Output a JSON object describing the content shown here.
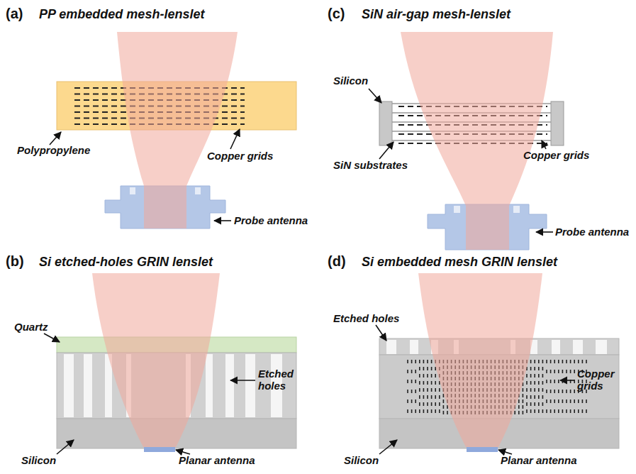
{
  "diagram": {
    "labels": [
      "(a)",
      "PP embedded mesh-lenslet",
      "Polypropylene",
      "Copper grids",
      "Probe antenna",
      "(c)",
      "SiN air-gap mesh-lenslet",
      "Silicon",
      "SiN substrates",
      "Copper grids",
      "Probe antenna",
      "(b)",
      "Si etched-holes GRIN lenslet",
      "Quartz",
      "Etched holes",
      "Silicon",
      "Planar antenna",
      "(d)",
      "Si embedded mesh GRIN lenslet",
      "Etched holes",
      "Copper grids",
      "Silicon",
      "Planar antenna"
    ]
  }
}
